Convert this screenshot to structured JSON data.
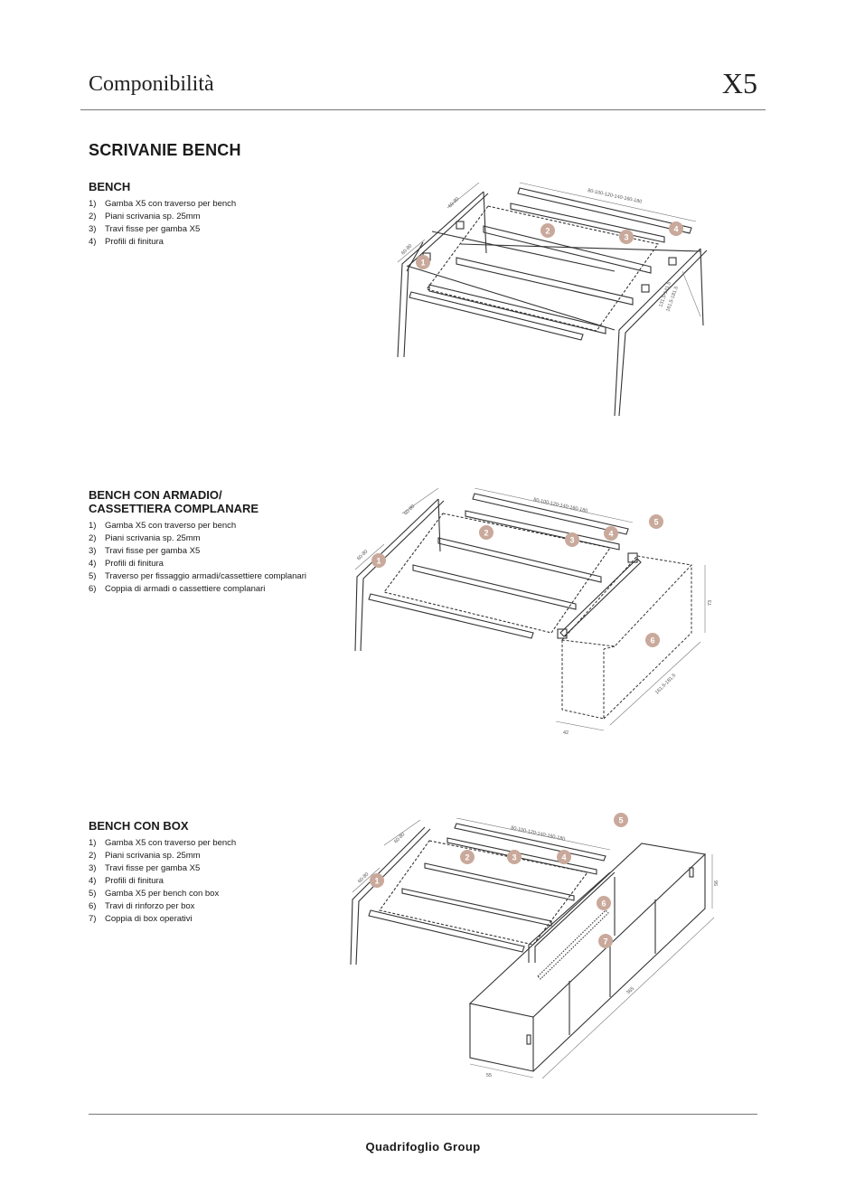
{
  "header": {
    "title": "Componibilità",
    "code": "X5"
  },
  "section_title": "SCRIVANIE BENCH",
  "blocks": [
    {
      "title": "BENCH",
      "items": [
        {
          "n": "1)",
          "t": "Gamba X5 con traverso per bench"
        },
        {
          "n": "2)",
          "t": "Piani scrivania sp. 25mm"
        },
        {
          "n": "3)",
          "t": "Travi fisse per gamba X5"
        },
        {
          "n": "4)",
          "t": "Profili di finitura"
        }
      ],
      "dims": [
        "80-100-120-140-160-180",
        "60-80",
        "60-80",
        "131,5-141,5",
        "161,5-181,5"
      ]
    },
    {
      "title_line1": "BENCH CON ARMADIO/",
      "title_line2": "CASSETTIERA COMPLANARE",
      "items": [
        {
          "n": "1)",
          "t": "Gamba X5 con traverso per bench"
        },
        {
          "n": "2)",
          "t": "Piani scrivania sp. 25mm"
        },
        {
          "n": "3)",
          "t": "Travi fisse per gamba X5"
        },
        {
          "n": "4)",
          "t": "Profili di finitura"
        },
        {
          "n": "5)",
          "t": "Traverso per fissaggio armadi/cassettiere complanari"
        },
        {
          "n": "6)",
          "t": "Coppia di armadi o cassettiere complanari"
        }
      ],
      "dims": [
        "80-100-120-140-160-180",
        "60-80",
        "60-80",
        "73",
        "161,5-181,5",
        "42"
      ]
    },
    {
      "title": "BENCH CON BOX",
      "items": [
        {
          "n": "1)",
          "t": "Gamba X5 con traverso per bench"
        },
        {
          "n": "2)",
          "t": "Piani scrivania sp. 25mm"
        },
        {
          "n": "3)",
          "t": "Travi fisse per gamba X5"
        },
        {
          "n": "4)",
          "t": "Profili di finitura"
        },
        {
          "n": "5)",
          "t": "Gamba X5 per bench con box"
        },
        {
          "n": "6)",
          "t": "Travi di rinforzo per box"
        },
        {
          "n": "7)",
          "t": "Coppia di box operativi"
        }
      ],
      "dims": [
        "80-100-120-140-160-180",
        "60-80",
        "60-80",
        "56",
        "365",
        "55"
      ]
    }
  ],
  "badges_fig1": [
    "1",
    "2",
    "3",
    "4"
  ],
  "badges_fig2": [
    "1",
    "2",
    "3",
    "4",
    "5",
    "6"
  ],
  "badges_fig3": [
    "1",
    "2",
    "3",
    "4",
    "5",
    "6",
    "7"
  ],
  "colors": {
    "badge": "#c9a99b",
    "line": "#333333"
  },
  "footer": {
    "brand": "Quadrifoglio Group"
  }
}
